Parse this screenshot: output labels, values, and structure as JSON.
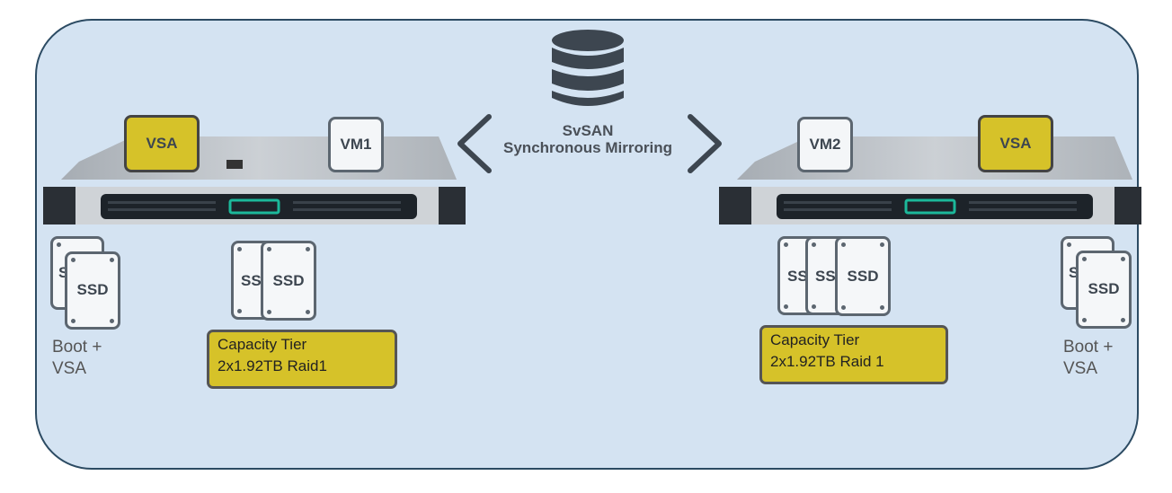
{
  "colors": {
    "panel_fill": "#d4e3f2",
    "panel_border": "#2c4b63",
    "highlight_yellow": "#d6c229",
    "icon_gray": "#5c6670"
  },
  "center": {
    "icon": "database-icon",
    "line1": "SvSAN",
    "line2": "Synchronous Mirroring"
  },
  "left_server": {
    "vm_vsa": "VSA",
    "vm_other": "VM1",
    "boot_ssd_back": "S",
    "boot_ssd_front": "SSD",
    "boot_label_line1": "Boot +",
    "boot_label_line2": "VSA",
    "capacity_ssd_back": "SS",
    "capacity_ssd_front": "SSD",
    "tier_line1": "Capacity Tier",
    "tier_line2": "2x1.92TB Raid1"
  },
  "right_server": {
    "vm_vsa": "VSA",
    "vm_other": "VM2",
    "boot_ssd_back": "S",
    "boot_ssd_front": "SSD",
    "boot_label_line1": "Boot +",
    "boot_label_line2": "VSA",
    "capacity_ssd_back1": "SS",
    "capacity_ssd_back2": "SS",
    "capacity_ssd_front": "SSD",
    "tier_line1": "Capacity Tier",
    "tier_line2": "2x1.92TB Raid 1"
  }
}
